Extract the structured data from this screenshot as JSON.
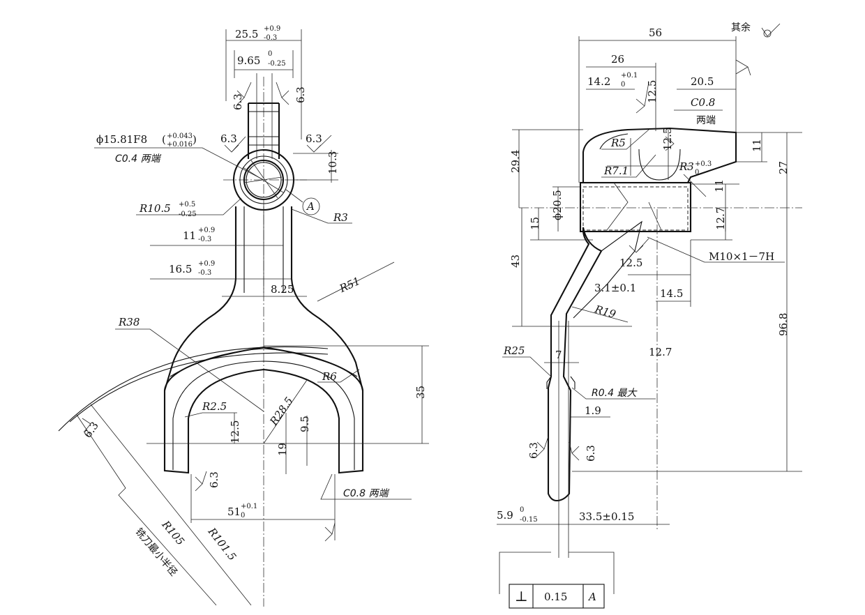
{
  "left_view": {
    "dims": {
      "top_width": "25.5",
      "top_width_tol_upper": "+0.9",
      "top_width_tol_lower": "-0.3",
      "slot_width": "9.65",
      "slot_width_tol_upper": "0",
      "slot_width_tol_lower": "-0.25",
      "bore": "ϕ15.81F8",
      "bore_tol_upper": "+0.043",
      "bore_tol_lower": "+0.016",
      "bore_chamfer": "C0.4 两端",
      "roughness_left_top": "6.3",
      "roughness_right_top": "6.3",
      "roughness_left_mid": "6.3",
      "roughness_right_mid": "6.3",
      "bore_height": "10.3",
      "radius_hub": "R10.5",
      "radius_hub_tol_upper": "+0.5",
      "radius_hub_tol_lower": "-0.25",
      "datum_label": "A",
      "radius_r3": "R3",
      "width_11": "11",
      "width_11_tol_upper": "+0.9",
      "width_11_tol_lower": "-0.3",
      "width_16": "16.5",
      "width_16_tol_upper": "+0.9",
      "width_16_tol_lower": "-0.3",
      "offset_825": "8.25",
      "radius_r51": "R51",
      "radius_r38": "R38",
      "radius_r6": "R6",
      "height_35": "35",
      "radius_r25": "R2.5",
      "radius_r285": "R28.5",
      "height_125": "12.5",
      "height_95": "9.5",
      "height_19": "19",
      "roughness_fork_left": "6.3",
      "roughness_fork_right": "6.3",
      "fork_chamfer": "C0.8 两端",
      "fork_width": "51",
      "fork_width_tol_upper": "+0.1",
      "fork_width_tol_lower": "0",
      "radius_r105": "R105",
      "cutter_note": "铣刀最小半径",
      "radius_r1015": "R101.5"
    }
  },
  "right_view": {
    "dims": {
      "remaining_label": "其余",
      "overall_56": "56",
      "width_26": "26",
      "width_142": "14.2",
      "width_142_tol_upper": "+0.1",
      "width_142_tol_lower": "0",
      "roughness_125_top": "12.5",
      "width_205": "20.5",
      "chamfer_c08": "C0.8",
      "both_ends": "两端",
      "radius_r5": "R5",
      "roughness_125_mid": "12.5",
      "height_11_top": "11",
      "height_27": "27",
      "height_294": "29.4",
      "radius_r71": "R7.1",
      "radius_r3": "R3",
      "radius_r3_tol_upper": "+0.3",
      "radius_r3_tol_lower": "0",
      "height_11_mid": "11",
      "dia_205": "ϕ20.5",
      "height_15": "15",
      "height_127_right": "12.7",
      "height_43": "43",
      "roughness_125_low": "12.5",
      "thread": "M10×1－7H",
      "dim_31": "3.1±0.1",
      "dim_145": "14.5",
      "radius_r19": "R19",
      "dim_127_mid": "12.7",
      "height_968": "96.8",
      "radius_r25": "R25",
      "dim_7": "7",
      "radius_r04": "R0.4 最大",
      "dim_19": "1.9",
      "roughness_arm_left": "6.3",
      "roughness_arm_right": "6.3",
      "thickness_59": "5.9",
      "thickness_59_tol_upper": "0",
      "thickness_59_tol_lower": "-0.15",
      "dim_335": "33.5±0.15",
      "tolerance_symbol": "⊥",
      "tolerance_value": "0.15",
      "tolerance_datum": "A"
    }
  }
}
